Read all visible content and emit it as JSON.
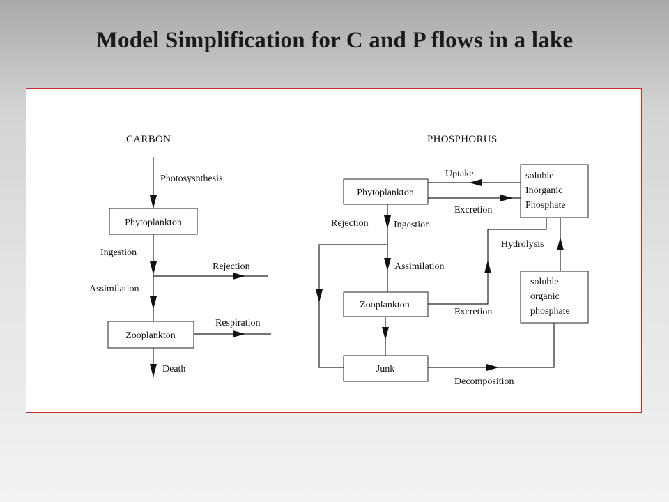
{
  "title": "Model Simplification  for C and P flows in a lake",
  "carbon": {
    "heading": "CARBON",
    "phytoplankton": "Phytoplankton",
    "zooplankton": "Zooplankton",
    "photosynthesis": "Photosysnthesis",
    "ingestion": "Ingestion",
    "assimilation": "Assimilation",
    "rejection": "Rejection",
    "respiration": "Respiration",
    "death": "Death"
  },
  "phosphorus": {
    "heading": "PHOSPHORUS",
    "phytoplankton": "Phytoplankton",
    "zooplankton": "Zooplankton",
    "junk": "Junk",
    "sip": [
      "soluble",
      "Inorganic",
      "Phosphate"
    ],
    "sop": [
      "soluble",
      "organic",
      "phosphate"
    ],
    "uptake": "Uptake",
    "excretion_phyto": "Excretion",
    "rejection": "Rejection",
    "ingestion": "Ingestion",
    "assimilation": "Assimilation",
    "excretion_zoo": "Excretion",
    "hydrolysis": "Hydrolysis",
    "decomposition": "Decomposition"
  },
  "colors": {
    "panel_border": "#cc2a2a",
    "line": "#222222"
  }
}
